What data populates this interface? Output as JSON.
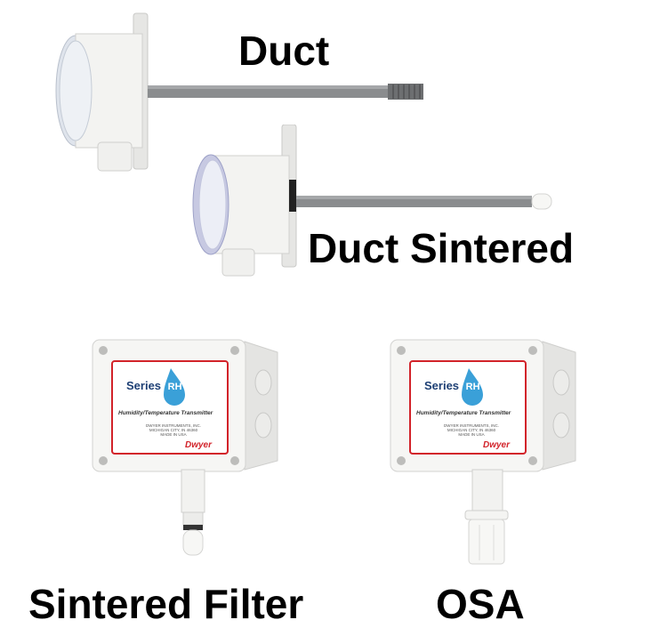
{
  "products": [
    {
      "id": "duct",
      "label": "Duct"
    },
    {
      "id": "duct-sintered",
      "label": "Duct Sintered"
    },
    {
      "id": "sintered-filter",
      "label": "Sintered Filter"
    },
    {
      "id": "osa",
      "label": "OSA"
    }
  ],
  "enclosure": {
    "series_word": "Series",
    "series_badge": "RH",
    "title": "Humidity/Temperature Transmitter",
    "maker_line1": "DWYER INSTRUMENTS, INC.",
    "maker_line2": "MICHIGAN CITY, IN 46360",
    "maker_line3": "MADE IN USA",
    "brand": "Dwyer"
  },
  "colors": {
    "housing": "#f4f4f2",
    "probe": "#8a8c8e",
    "accent_red": "#d2232a",
    "drop_blue": "#3aa0d8"
  }
}
